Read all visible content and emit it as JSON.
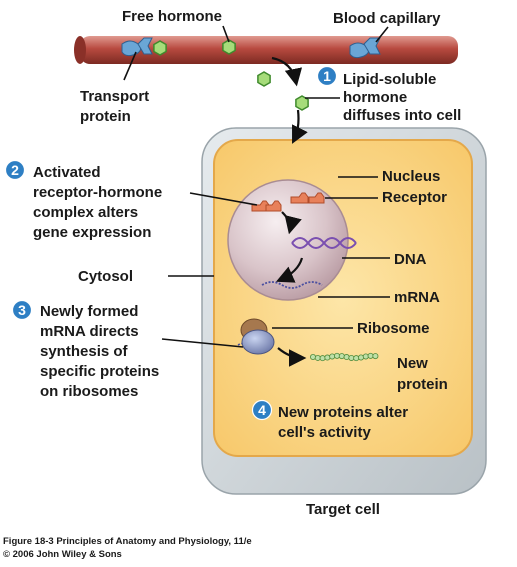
{
  "labels": {
    "free_hormone": "Free hormone",
    "blood_capillary": "Blood capillary",
    "transport_protein": [
      "Transport",
      "protein"
    ],
    "nucleus": "Nucleus",
    "receptor": "Receptor",
    "dna": "DNA",
    "mrna": "mRNA",
    "cytosol": "Cytosol",
    "ribosome": "Ribosome",
    "new_protein": [
      "New",
      "protein"
    ],
    "target_cell": "Target cell"
  },
  "steps": [
    {
      "number": "1",
      "lines": [
        "Lipid-soluble",
        "hormone",
        "diffuses into cell"
      ]
    },
    {
      "number": "2",
      "lines": [
        "Activated",
        "receptor-hormone",
        "complex alters",
        "gene expression"
      ]
    },
    {
      "number": "3",
      "lines": [
        "Newly formed",
        "mRNA directs",
        "synthesis of",
        "specific proteins",
        "on ribosomes"
      ]
    },
    {
      "number": "4",
      "lines": [
        "New proteins alter",
        "cell's activity"
      ]
    }
  ],
  "caption": {
    "line1": "Figure 18-3  Principles of Anatomy and Physiology, 11/e",
    "line2": "© 2006 John Wiley & Sons"
  },
  "colors": {
    "step_badge": "#2e7fc4",
    "capillary": "#b5473f",
    "cytosol": "#fcd88a",
    "hormone": "#a6dc7a",
    "receptor": "#e8805a"
  }
}
